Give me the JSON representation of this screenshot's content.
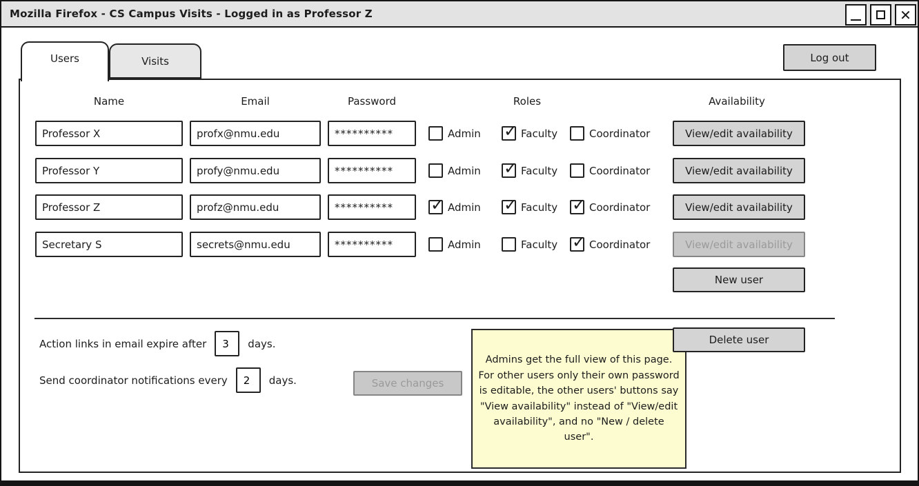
{
  "window": {
    "title": "Mozilla Firefox - CS Campus Visits - Logged in as Professor Z",
    "controls": [
      {
        "name": "minimize"
      },
      {
        "name": "maximize"
      },
      {
        "name": "close"
      }
    ]
  },
  "tabs": [
    {
      "label": "Users",
      "active": true
    },
    {
      "label": "Visits",
      "active": false
    }
  ],
  "logout": {
    "label": "Log out"
  },
  "table": {
    "headers": {
      "name": "Name",
      "email": "Email",
      "password": "Password",
      "roles": "Roles",
      "availability": "Availability"
    },
    "role_labels": {
      "admin": "Admin",
      "faculty": "Faculty",
      "coordinator": "Coordinator"
    },
    "rows": [
      {
        "name": "Professor X",
        "email": "profx@nmu.edu",
        "password": "**********",
        "roles": {
          "admin": false,
          "faculty": true,
          "coordinator": false
        },
        "availability": {
          "label": "View/edit availability",
          "enabled": true
        }
      },
      {
        "name": "Professor Y",
        "email": "profy@nmu.edu",
        "password": "**********",
        "roles": {
          "admin": false,
          "faculty": true,
          "coordinator": false
        },
        "availability": {
          "label": "View/edit availability",
          "enabled": true
        }
      },
      {
        "name": "Professor Z",
        "email": "profz@nmu.edu",
        "password": "**********",
        "roles": {
          "admin": true,
          "faculty": true,
          "coordinator": true
        },
        "availability": {
          "label": "View/edit availability",
          "enabled": true
        }
      },
      {
        "name": "Secretary S",
        "email": "secrets@nmu.edu",
        "password": "**********",
        "roles": {
          "admin": false,
          "faculty": false,
          "coordinator": true
        },
        "availability": {
          "label": "View/edit availability",
          "enabled": false
        }
      }
    ],
    "new_user_label": "New user",
    "delete_user_label": "Delete user"
  },
  "settings": {
    "expire": {
      "before": "Action links in email expire after",
      "value": "3",
      "after": "days."
    },
    "notify": {
      "before": "Send coordinator notifications every",
      "value": "2",
      "after": "days."
    },
    "save": {
      "label": "Save changes",
      "enabled": false
    }
  },
  "note": {
    "text": "Admins get the full view of this page. For other users only their own password is editable, the other users' buttons say \"View availability\" instead of \"View/edit availability\", and no \"New / delete user\"."
  },
  "colors": {
    "titlebar_bg": "#e3e3e3",
    "tab_inactive_bg": "#e7e7e7",
    "button_bg": "#d4d4d4",
    "button_disabled_bg": "#c8c8c8",
    "disabled_text": "#9a9a9a",
    "note_bg": "#fcfcd0",
    "border": "#151515"
  }
}
